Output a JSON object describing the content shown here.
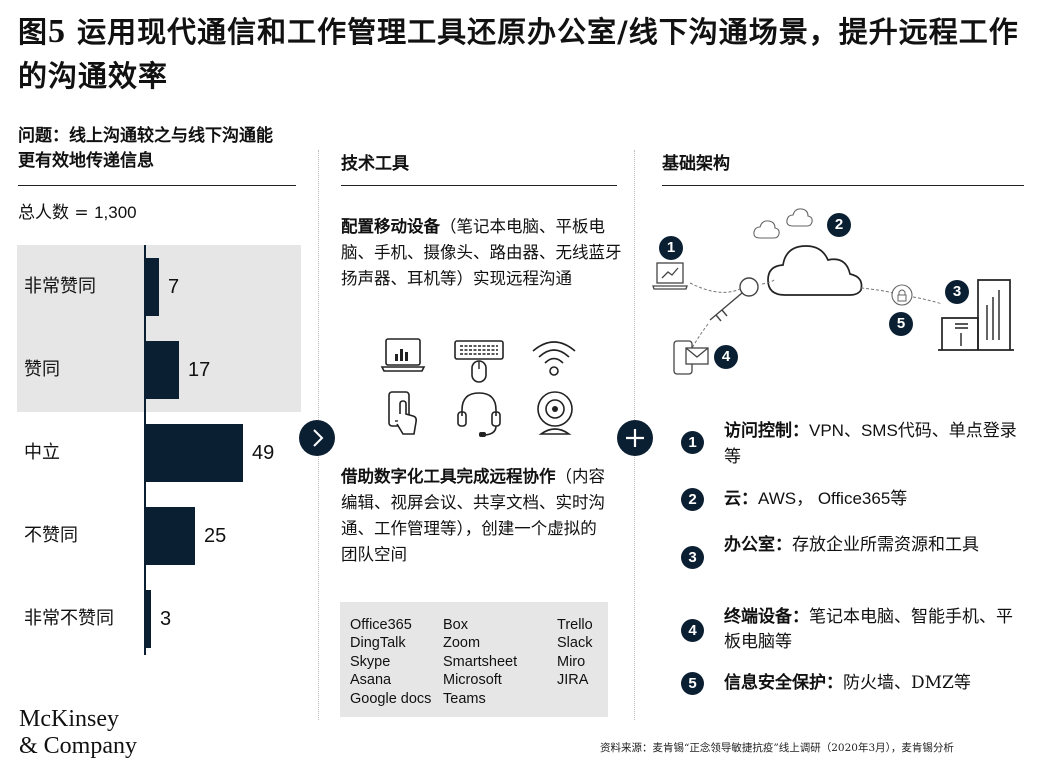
{
  "title": {
    "prefix": "图",
    "number": "5",
    "text": " 运用现代通信和工作管理工具还原办公室/线下沟通场景，提升远程工作的沟通效率"
  },
  "survey": {
    "question": "问题：线上沟通较之与线下沟通能更有效地传递信息",
    "total_label": "总人数 = ",
    "total_value": "1,300",
    "responses": [
      {
        "label": "非常赞同",
        "value": 7
      },
      {
        "label": "赞同",
        "value": 17
      },
      {
        "label": "中立",
        "value": 49
      },
      {
        "label": "不赞同",
        "value": 25
      },
      {
        "label": "非常不赞同",
        "value": 3
      }
    ],
    "max_value": 49
  },
  "tech": {
    "header": "技术工具",
    "devices_bold": "配置移动设备",
    "devices_rest": "（笔记本电脑、平板电脑、手机、摄像头、路由器、无线蓝牙扬声器、耳机等）实现远程沟通",
    "device_icons": [
      "laptop-icon",
      "keyboard-mouse-icon",
      "wifi-icon",
      "phone-touch-icon",
      "headset-icon",
      "webcam-icon"
    ],
    "collab_bold": "借助数字化工具完成远程协作",
    "collab_rest": "（内容编辑、视屏会议、共享文档、实时沟通、工作管理等），创建一个虚拟的团队空间",
    "tools": [
      [
        "Office365",
        "DingTalk",
        "Skype",
        "Asana",
        "Google docs"
      ],
      [
        "Box",
        "Zoom",
        "Smartsheet",
        "Microsoft",
        "Teams"
      ],
      [
        "Trello",
        "Slack",
        "Miro",
        "JIRA"
      ]
    ]
  },
  "infra": {
    "header": "基础架构",
    "diagram_numbers": [
      "1",
      "2",
      "3",
      "4",
      "5"
    ],
    "items": [
      {
        "num": "1",
        "bold": "访问控制：",
        "text": "VPN、SMS代码、单点登录等"
      },
      {
        "num": "2",
        "bold": "云：",
        "text": "AWS， Office365等"
      },
      {
        "num": "3",
        "bold": "办公室：",
        "text": "存放企业所需资源和工具"
      },
      {
        "num": "4",
        "bold": "终端设备：",
        "text": "笔记本电脑、智能手机、平板电脑等"
      },
      {
        "num": "5",
        "bold": "信息安全保护：",
        "text": "防火墙、DMZ等"
      }
    ]
  },
  "logo": {
    "line1": "McKinsey",
    "line2": "& Company"
  },
  "source": "资料来源：麦肯锡“正念领导敏捷抗疫”线上调研（2020年3月），麦肯锡分析",
  "colors": {
    "navy": "#0b1f33",
    "grey_panel": "#e6e6e6"
  }
}
